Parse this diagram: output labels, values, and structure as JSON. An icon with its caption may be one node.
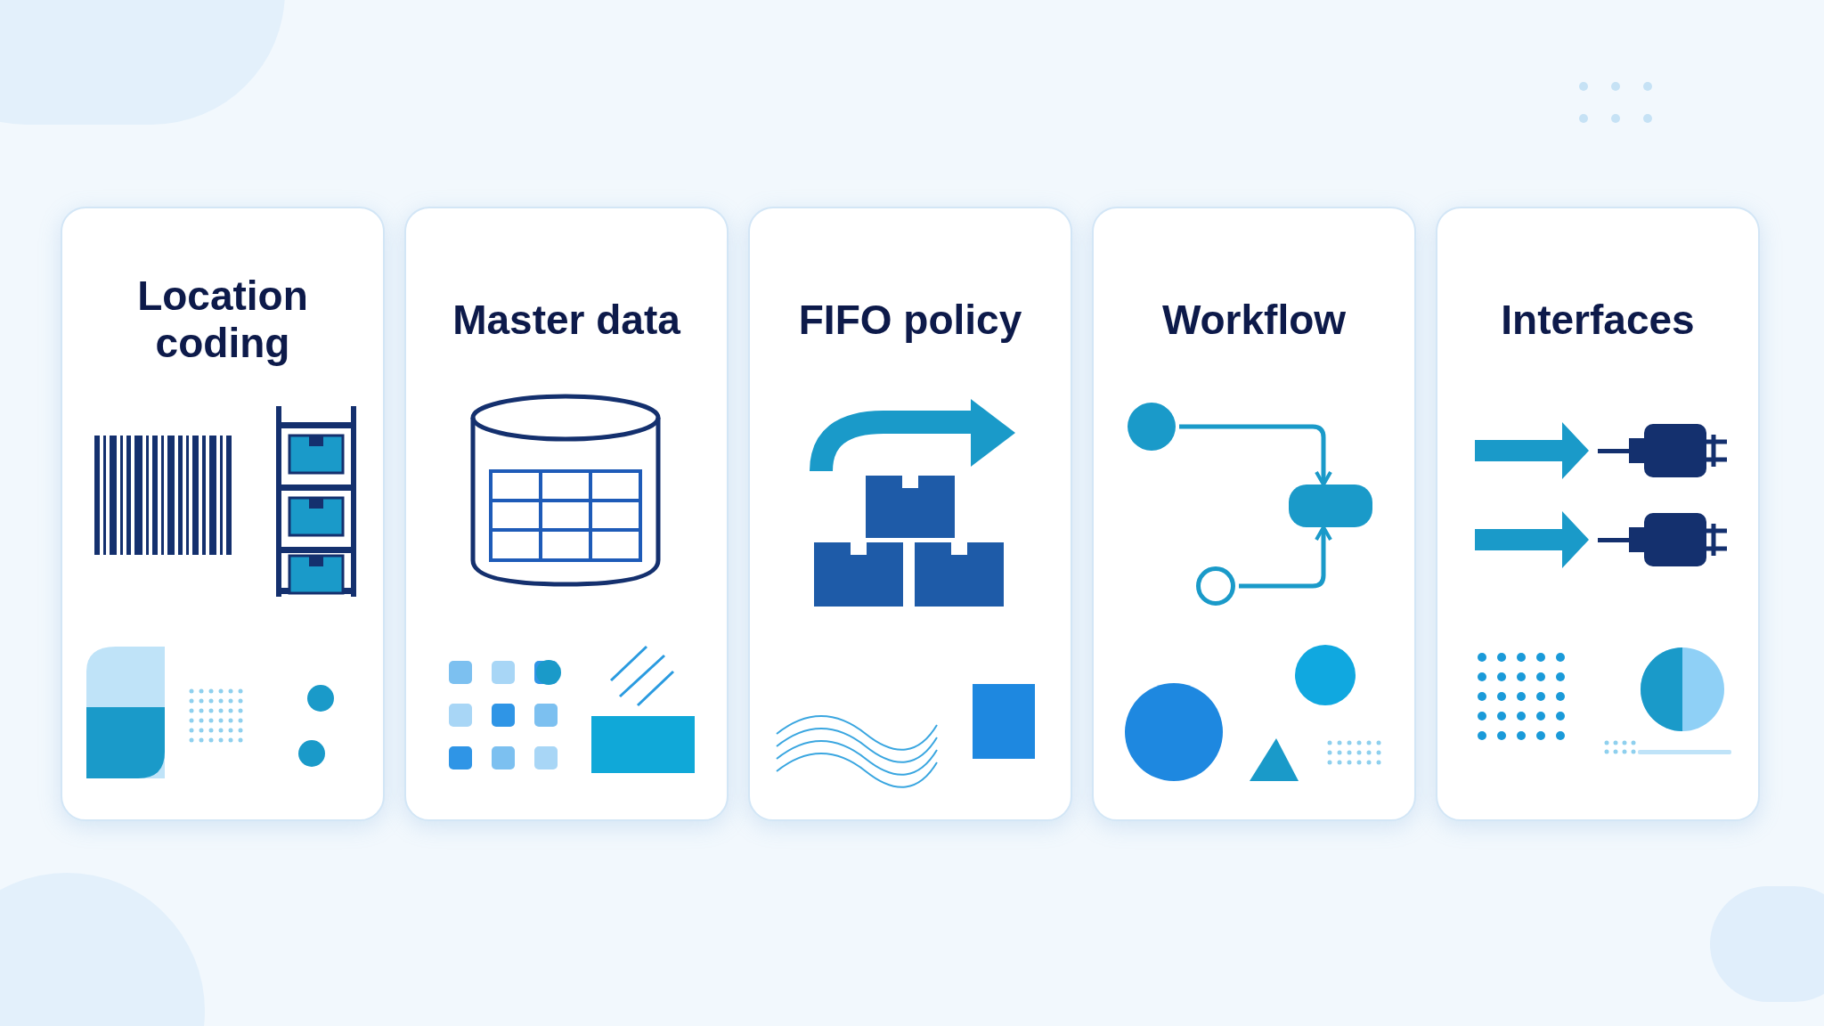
{
  "diagram": {
    "nodes": [
      {
        "text": [
          "Location coding"
        ]
      },
      {
        "text": [
          "Master data"
        ]
      },
      {
        "text": [
          "FIFO policy"
        ]
      },
      {
        "text": [
          "Workflow"
        ]
      },
      {
        "text": [
          "Interfaces"
        ]
      },
      {
        "text": [],
        "shape": "circle",
        "in": 3
      },
      {
        "text": [],
        "shape": "box",
        "in": 3
      },
      {
        "text": [],
        "shape": "circle",
        "in": 3
      }
    ],
    "edges": [
      {
        "from": 5,
        "to": 6,
        "arrow": "to"
      },
      {
        "from": 7,
        "to": 6,
        "arrow": "to"
      }
    ]
  }
}
